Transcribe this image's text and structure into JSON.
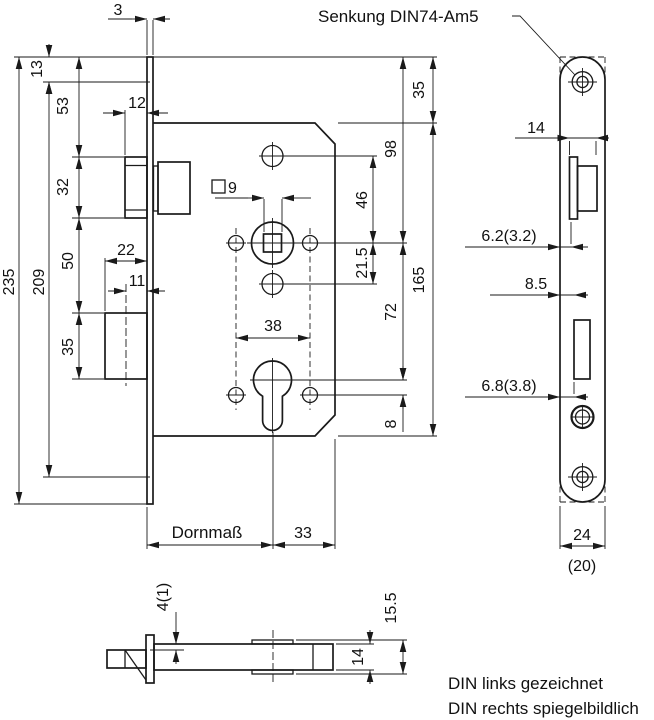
{
  "front": {
    "plate_thickness": "3",
    "screw_to_top": "13",
    "top_to_latch": "53",
    "latch_height": "32",
    "latch_protrusion": "12",
    "follower_square": "9",
    "deadbolt_width": "22",
    "deadbolt_center": "11",
    "latch_to_deadbolt": "50",
    "deadbolt_height": "35",
    "plate_length": "235",
    "screw_spacing": "209",
    "follower_to_top_hole": "46",
    "follower_to_mid_hole": "21.5",
    "hole_spacing": "38",
    "top_to_follower": "98",
    "follower_to_cylinder": "72",
    "cylinder_to_holes": "8",
    "top_to_case": "35",
    "case_height": "165",
    "backset_label": "Dornmaß",
    "cylinder_to_edge": "33"
  },
  "side": {
    "countersink_note": "Senkung DIN74-Am5",
    "cutout_width": "14",
    "latch_inset": "6.2(3.2)",
    "deadbolt_inset_upper": "8.5",
    "deadbolt_inset": "6.8(3.8)",
    "plate_width": "24",
    "plate_width_alt": "(20)"
  },
  "bottom": {
    "latch_face_offset": "4(1)",
    "overall_depth": "15.5",
    "case_depth": "14"
  },
  "notes": {
    "line1": "DIN links gezeichnet",
    "line2": "DIN rechts spiegelbildlich"
  }
}
